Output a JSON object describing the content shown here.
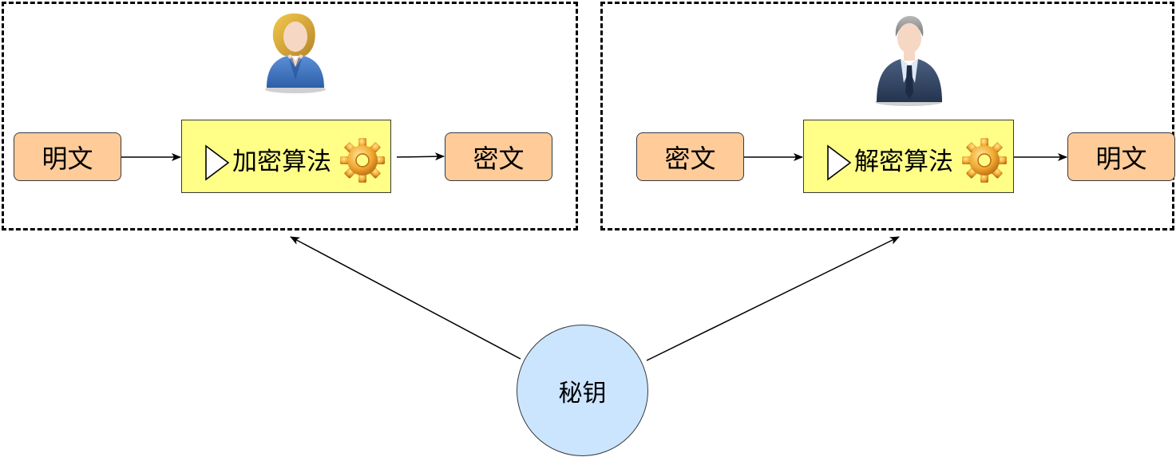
{
  "left_panel": {
    "plaintext": "明文",
    "algorithm": "加密算法",
    "ciphertext": "密文"
  },
  "right_panel": {
    "ciphertext": "密文",
    "algorithm": "解密算法",
    "plaintext": "明文"
  },
  "key": {
    "label": "秘钥"
  },
  "colors": {
    "text_box_fill": "#FFCC99",
    "algorithm_box_fill": "#FFFF88",
    "key_fill": "#CCE5FF",
    "stroke": "#36393D"
  }
}
